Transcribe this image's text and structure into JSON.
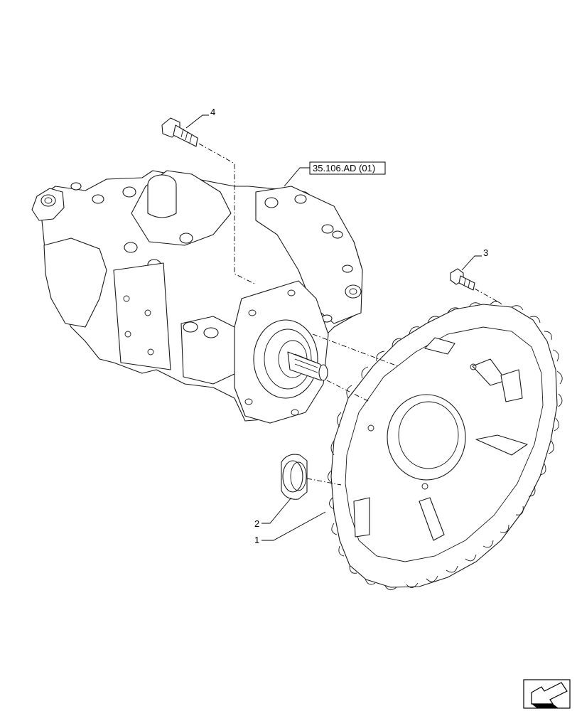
{
  "diagram": {
    "reference_label": "35.106.AD (01)",
    "callouts": [
      {
        "id": "4",
        "label": "4"
      },
      {
        "id": "3",
        "label": "3"
      },
      {
        "id": "2",
        "label": "2"
      },
      {
        "id": "1",
        "label": "1"
      }
    ],
    "parts": [
      {
        "callout": "1",
        "icon": "flange-housing"
      },
      {
        "callout": "2",
        "icon": "plug"
      },
      {
        "callout": "3",
        "icon": "bolt"
      },
      {
        "callout": "4",
        "icon": "bolt"
      }
    ],
    "nav_icon": "previous-page-arrow-icon"
  }
}
